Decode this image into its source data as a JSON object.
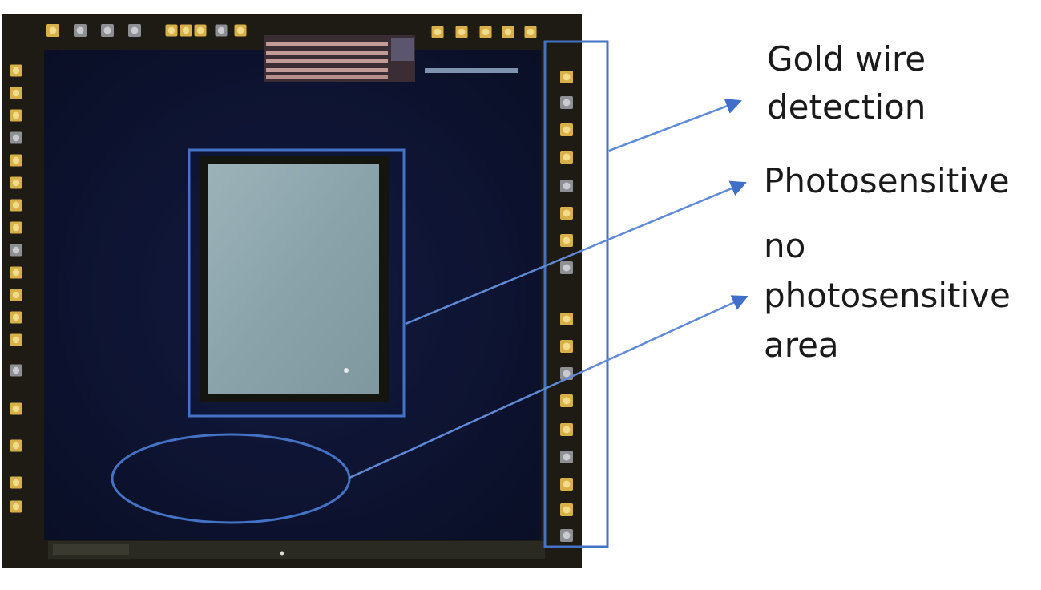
{
  "labels": {
    "gold_wire": [
      "Gold wire",
      "detection"
    ],
    "photosensitive": [
      "Photosensitive"
    ],
    "no_photosensitive": [
      "no",
      "photosensitive",
      "area"
    ]
  },
  "colors": {
    "annotation_blue": "#4472c4",
    "arrow_blue": "#3f6fc8",
    "die_background": "#0d1330",
    "die_frame": "#1c1a12",
    "pad_gold": "#d7b04a",
    "sensor_surface": "#8da7ae",
    "text": "#1a1a1a"
  }
}
